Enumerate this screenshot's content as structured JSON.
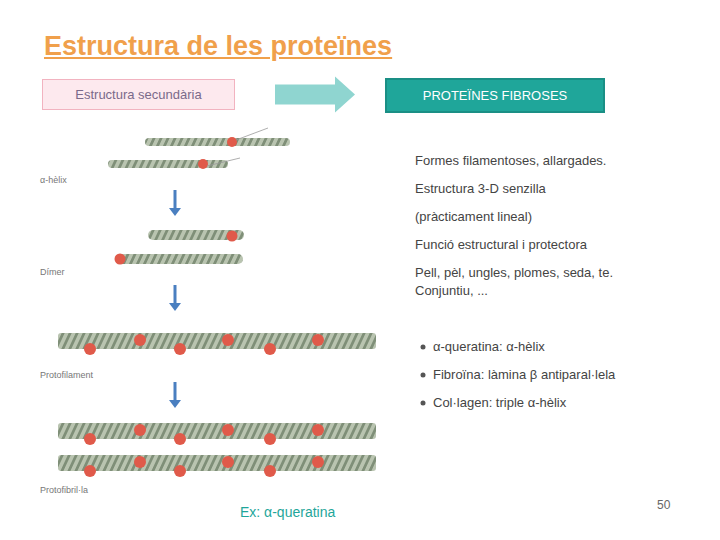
{
  "diagram": {
    "title": "Estructura de les proteïnes",
    "caption": "Ex: α-queratina",
    "nodes": [
      {
        "text": [
          "Estructura secundària"
        ]
      },
      {
        "text": [
          "PROTEÏNES FIBROSES"
        ]
      }
    ],
    "edges": [
      {
        "from": 0,
        "to": 1,
        "arrow": "to"
      }
    ],
    "labels": [
      "Formes filamentoses, allargades.",
      "Estructura 3-D senzilla",
      "(pràcticament lineal)",
      "Funció estructural i protectora",
      "Pell, pèl, ungles, plomes, seda, te. Conjuntiu, ...",
      "α-queratina: α-hèlix",
      "Fibroïna: làmina β antiparal·lela",
      "Col·lagen: triple α-hèlix",
      "α-hèlix",
      "Dímer",
      "Protofilament",
      "Protofibril·la",
      "50"
    ]
  }
}
